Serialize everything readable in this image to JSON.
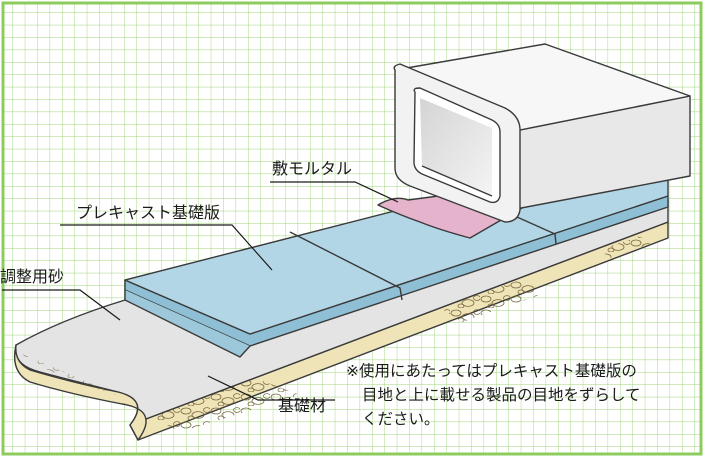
{
  "labels": {
    "mortar": "敷モルタル",
    "precast_slab": "プレキャスト基礎版",
    "leveling_sand": "調整用砂",
    "base_material": "基礎材"
  },
  "note": {
    "line1": "※使用にあたってはプレキャスト基礎版の",
    "line2": "目地と上に載せる製品の目地をずらして",
    "line3": "ください。"
  },
  "colors": {
    "grid_line": "#9fd47a",
    "frame": "#8ccc5e",
    "slab_top": "#b3d6e6",
    "slab_side": "#8fbfd4",
    "sand": "#e4e4e4",
    "base": "#efe3b8",
    "mortar": "#e6b3cc",
    "culvert": "#f2f2f2"
  },
  "icons": {
    "culvert": "box-culvert-icon",
    "gravel": "gravel-texture"
  }
}
